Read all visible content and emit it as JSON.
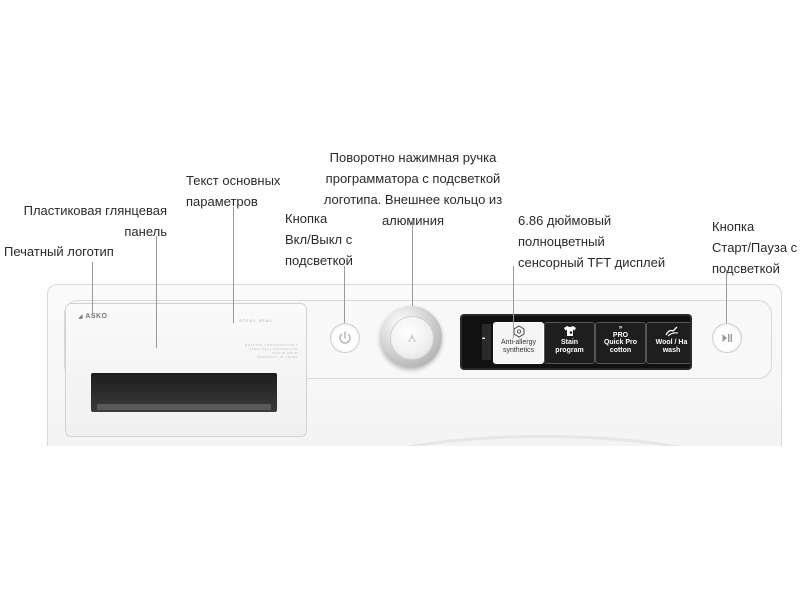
{
  "callouts": {
    "printed_logo": {
      "line1": "Печатный логотип"
    },
    "glossy_panel": {
      "line1": "Пластиковая глянцевая",
      "line2": "панель"
    },
    "parameters_text": {
      "line1": "Текст основных",
      "line2": "параметров"
    },
    "power_button": {
      "line1": "Кнопка",
      "line2": "Вкл/Выкл с",
      "line3": "подсветкой"
    },
    "knob": {
      "line1": "Поворотно нажимная ручка",
      "line2": "программатора с подсветкой",
      "line3": "логотипа. Внешнее кольцо из",
      "line4": "алюминия"
    },
    "display": {
      "line1": "6.86 дюймовый",
      "line2": "полноцветный",
      "line3": "сенсорный TFT дисплей"
    },
    "start_button": {
      "line1": "Кнопка",
      "line2": "Старт/Пауза с",
      "line3": "подсветкой"
    }
  },
  "machine": {
    "brand_logo": "ASKO",
    "print_title": "STEEL SEAL",
    "print_lines": [
      "QUATTRO CONSTRUCTION 4",
      "STEEL SEAL PROTECTION",
      "ACTIVE DRUM",
      "WARRANTY 25 YEARS"
    ]
  },
  "display": {
    "tiles": [
      {
        "icon": "allergy-icon",
        "line1": "Anti-allergy",
        "line2": "synthetics",
        "selected": true
      },
      {
        "icon": "shirt-stain-icon",
        "line1": "Stain",
        "line2": "program",
        "selected": false
      },
      {
        "icon": "pro-icon",
        "icon_text": "PRO",
        "line1": "Quick Pro",
        "line2": "cotton",
        "selected": false
      },
      {
        "icon": "wool-hand-icon",
        "line1": "Wool / Ha",
        "line2": "wash",
        "selected": false
      }
    ]
  },
  "colors": {
    "leader": "#9a9a9a",
    "text": "#2a2a2a",
    "display_bg": "#111111",
    "selected_tile": "#f5f5f5"
  }
}
